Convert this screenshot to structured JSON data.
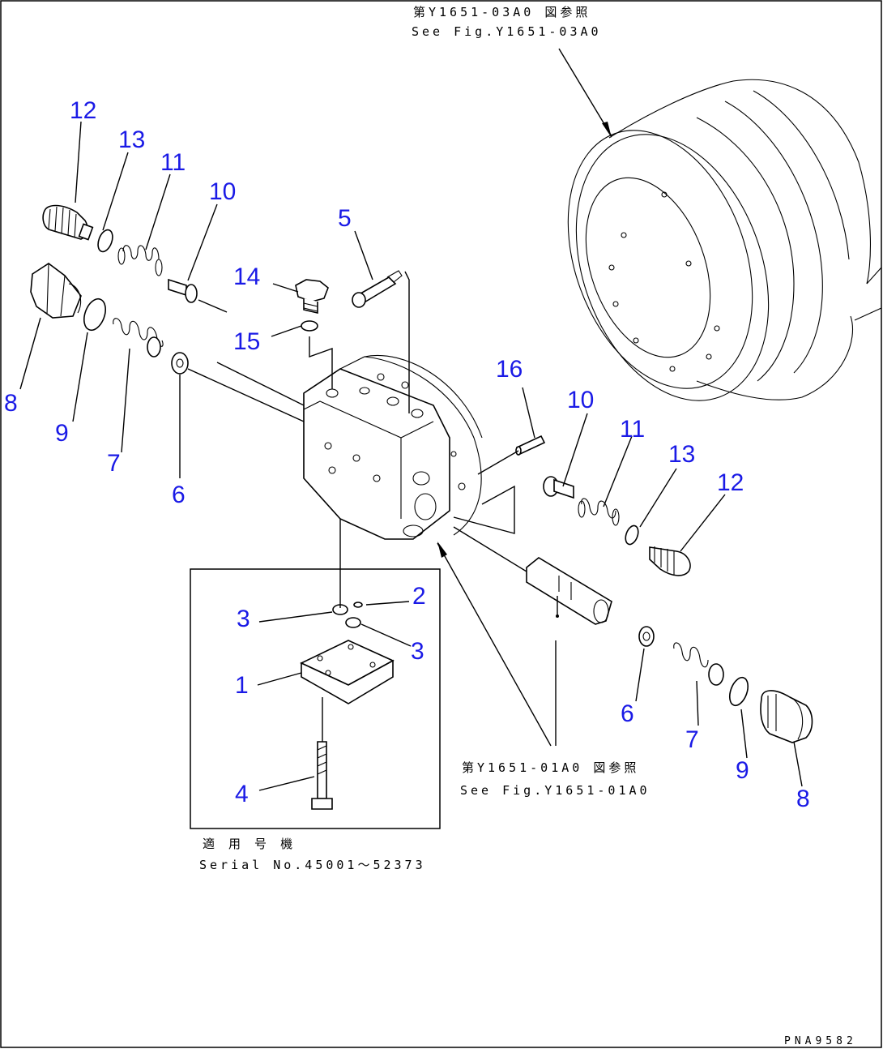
{
  "notes": {
    "top_ref_jp": "第Y1651-03A0 図参照",
    "top_ref_en": "See Fig.Y1651-03A0",
    "mid_ref_jp": "第Y1651-01A0 図参照",
    "mid_ref_en": "See Fig.Y1651-01A0",
    "serial_jp": "適 用 号 機",
    "serial_en": "Serial No.45001～52373",
    "drawing_code": "PNA9582"
  },
  "callouts": {
    "c1": "1",
    "c2": "2",
    "c3a": "3",
    "c3b": "3",
    "c4": "4",
    "c5": "5",
    "c6a": "6",
    "c6b": "6",
    "c7a": "7",
    "c7b": "7",
    "c8a": "8",
    "c8b": "8",
    "c9a": "9",
    "c9b": "9",
    "c10a": "10",
    "c10b": "10",
    "c11a": "11",
    "c11b": "11",
    "c12a": "12",
    "c12b": "12",
    "c13a": "13",
    "c13b": "13",
    "c14": "14",
    "c15": "15",
    "c16": "16"
  }
}
